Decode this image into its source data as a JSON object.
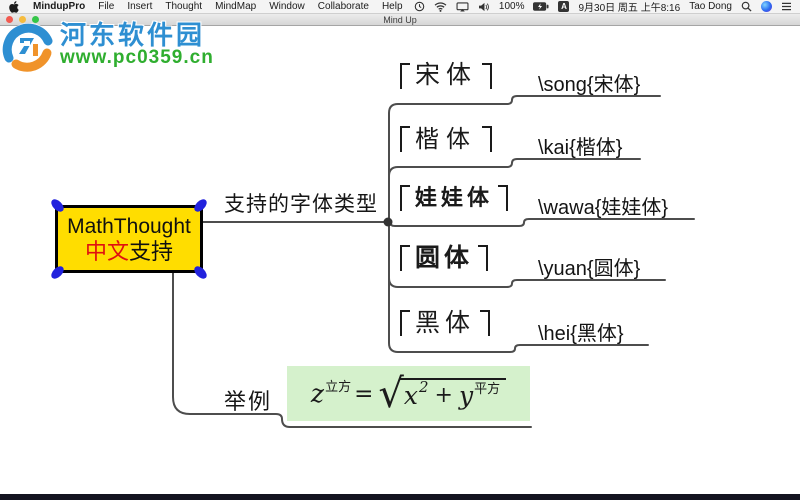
{
  "menu_bar": {
    "app_name": "MindupPro",
    "items": [
      "File",
      "Insert",
      "Thought",
      "MindMap",
      "Window",
      "Collaborate",
      "Help"
    ],
    "status": {
      "battery_percent": "100%",
      "input_badge": "A",
      "datetime": "9月30日 周五 上午8:16",
      "user_name": "Tao Dong"
    },
    "icon_names": "apple-logo, time-machine, wifi, airplay-display, volume, battery, input-source, spotlight-search, siri, notification-center"
  },
  "window": {
    "title": "Mind Up"
  },
  "watermark": {
    "site_name": "河东软件园",
    "site_url": "www.pc0359.cn"
  },
  "mindmap": {
    "root": {
      "title": "MathThought",
      "subtitle_highlight": "中文",
      "subtitle_rest": "支持"
    },
    "fonts_branch": {
      "label": "支持的字体类型",
      "children": [
        {
          "name": "宋体",
          "command": "\\song{宋体}"
        },
        {
          "name": "楷体",
          "command": "\\kai{楷体}"
        },
        {
          "name": "娃娃体",
          "command": "\\wawa{娃娃体}"
        },
        {
          "name": "圆体",
          "command": "\\yuan{圆体}"
        },
        {
          "name": "黑体",
          "command": "\\hei{黑体}"
        }
      ]
    },
    "example_branch": {
      "label": "举例",
      "formula": {
        "z": "z",
        "z_exp": "立方",
        "equals": "=",
        "sqrt": "√",
        "x": "x",
        "x_exp": "2",
        "plus": "+",
        "y": "y",
        "y_exp": "平方"
      }
    }
  },
  "colors": {
    "root_fill": "#ffdd00",
    "root_border": "#000000",
    "selection_handle": "#2222dd",
    "connector": "#4d4d4d",
    "formula_box": "#d5f1cc",
    "watermark_blue": "#2e8fd2",
    "watermark_green": "#2fae2f"
  }
}
